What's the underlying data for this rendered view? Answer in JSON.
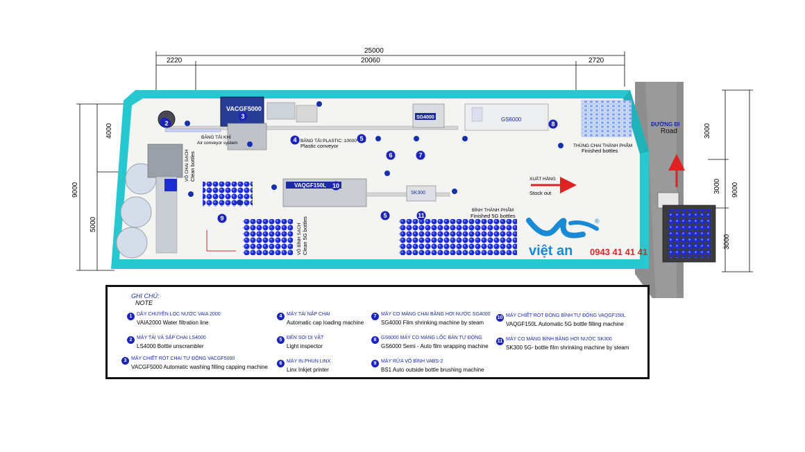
{
  "dimensions": {
    "top_total": "25000",
    "top_left": "2220",
    "top_mid": "20060",
    "top_right": "2720",
    "left_total": "9000",
    "left_upper": "4000",
    "left_lower": "5000",
    "right_total": "9000",
    "right_a": "3000",
    "right_b": "3000",
    "right_c": "3000"
  },
  "machines": {
    "vacgf5000": "VACGF5000",
    "sg4000": "SG4000",
    "gs6000": "GS6000",
    "vaqgf150l": "VAQGF150L",
    "sk300": "SK300"
  },
  "floor_labels": {
    "air_conveyor_vn": "BĂNG TẢI KHÍ",
    "air_conveyor_en": "Air conveyor system",
    "plastic_conveyor_vn": "BĂNG TẢI PLASTIC: 10000*160",
    "plastic_conveyor_en": "Plastic conveyor",
    "clean_bottles_vn": "VỎ CHAI SẠCH",
    "clean_bottles_en": "Clean bottles",
    "clean_5g_vn": "VỎ BÌNH SẠCH",
    "clean_5g_en": "Clean 5G bottles",
    "finished_bottles_vn": "THÙNG CHAI THÀNH PHẨM",
    "finished_bottles_en": "Finished bottles",
    "finished_5g_vn": "BÌNH THÀNH PHẨM",
    "finished_5g_en": "Finished 5G bottles",
    "stock_out_vn": "XUẤT HÀNG",
    "stock_out_en": "Stock out",
    "road_vn": "ĐƯỜNG ĐI",
    "road_en": "Road"
  },
  "badges": [
    "1",
    "2",
    "3",
    "4",
    "5",
    "5",
    "6",
    "7",
    "8",
    "9",
    "10",
    "11"
  ],
  "logo": {
    "name": "việt an",
    "phone": "0943 41 41 41",
    "registered": "®"
  },
  "legend": {
    "title_vn": "GHI CHÚ:",
    "title_en": "NOTE",
    "items": [
      {
        "num": "1",
        "vn": "DÂY CHUYỀN LỌC NƯỚC VAIA 2000",
        "en": "VAIA2000 Water filtration line"
      },
      {
        "num": "2",
        "vn": "MÁY TẢI VÀ SẮP CHAI LS4000",
        "en": "LS4000 Bottle unscrambler"
      },
      {
        "num": "3",
        "vn": "MÁY CHIẾT RÓT CHAI TỰ ĐỘNG VACGF5000",
        "en": "VACGF5000 Automatic washing filling capping machine"
      },
      {
        "num": "4",
        "vn": "MÁY TẢI NẮP CHAI",
        "en": "Automatic cap loading machine"
      },
      {
        "num": "5",
        "vn": "ĐÈN SOI DỊ VẬT",
        "en": "Light inspector"
      },
      {
        "num": "6",
        "vn": "MÁY IN PHUN LINX",
        "en": "Linx Inkjet printer"
      },
      {
        "num": "7",
        "vn": "MÁY CO MÀNG CHAI BẰNG HƠI NƯỚC SG4000",
        "en": "SG4000 Film shrinking machine by steam"
      },
      {
        "num": "8",
        "vn": "GS6000 MÁY CO MÀNG LỐC BÁN TỰ ĐỘNG",
        "en": "GS6000 Semi - Auto film wrapping machine"
      },
      {
        "num": "9",
        "vn": "MÁY RỬA VỎ BÌNH VABS-2",
        "en": "BS1 Auto outside bottle brushing machine"
      },
      {
        "num": "10",
        "vn": "MÁY CHIẾT RÓT ĐÓNG BÌNH TỰ ĐỘNG VAQGF150L",
        "en": "VAQGF150L Automatic 5G bottle filling machine"
      },
      {
        "num": "11",
        "vn": "MÁY CO MÀNG BÌNH BẰNG HƠI NƯỚC SK300",
        "en": "SK300 5G- bottle film shrinking machine by steam"
      }
    ]
  },
  "colors": {
    "wall": "#27c8cf",
    "floor": "#f4f4f2",
    "badge": "#1a24b8",
    "logo_blue": "#1a8ad4",
    "logo_red": "#e0262a",
    "bottle": "#1b2bd8"
  }
}
